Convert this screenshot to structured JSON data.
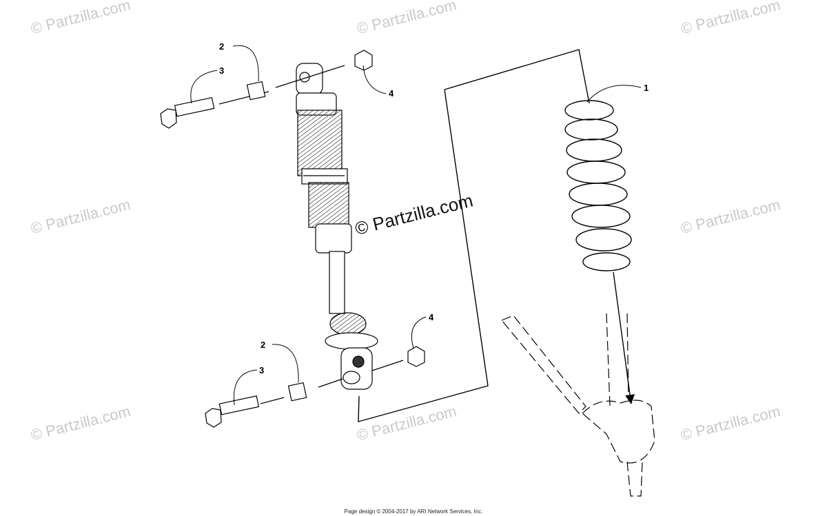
{
  "watermark": "© Partzilla.com",
  "center_watermark": "© Partzilla.com",
  "callouts": {
    "spring": "1",
    "bushing_top": "2",
    "bolt_top": "3",
    "nut_top": "4",
    "bushing_bottom": "2",
    "bolt_bottom": "3",
    "nut_bottom": "4"
  },
  "footer": "Page design © 2004-2017 by ARI Network Services, Inc."
}
